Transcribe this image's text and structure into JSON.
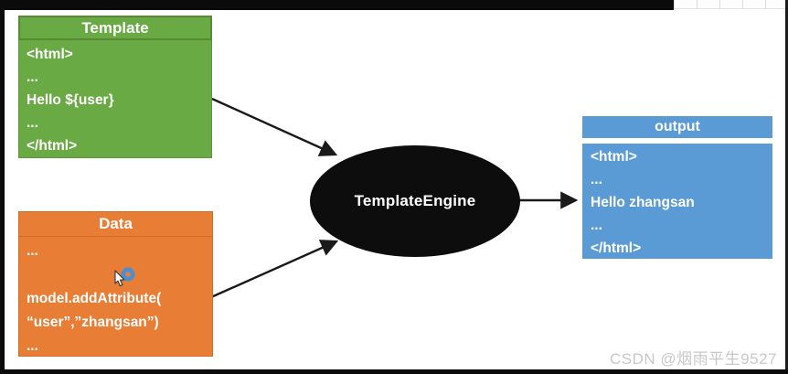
{
  "diagram": {
    "template_box": {
      "title": "Template",
      "lines": [
        "<html>",
        "...",
        "Hello ${user}",
        "...",
        "</html>"
      ]
    },
    "data_box": {
      "title": "Data",
      "lines": [
        "...",
        "",
        "model.addAttribute(",
        "“user”,”zhangsan”)",
        "..."
      ]
    },
    "engine": {
      "label": "TemplateEngine"
    },
    "output_box": {
      "title": "output",
      "lines": [
        "<html>",
        "...",
        "Hello zhangsan",
        "...",
        "</html>"
      ]
    }
  },
  "watermark": {
    "text": "CSDN @烟雨平生9527"
  },
  "colors": {
    "template_green": "#6aaa44",
    "template_border": "#568a33",
    "data_orange": "#e87d35",
    "data_border": "#cf6d28",
    "output_blue": "#5b9bd5",
    "engine_black": "#0d0d0d",
    "arrow_black": "#1a1a1a",
    "click_ring_blue": "#4a8fd3",
    "frame_black": "#0b0b0b",
    "watermark_gray": "#c8c8c8"
  }
}
